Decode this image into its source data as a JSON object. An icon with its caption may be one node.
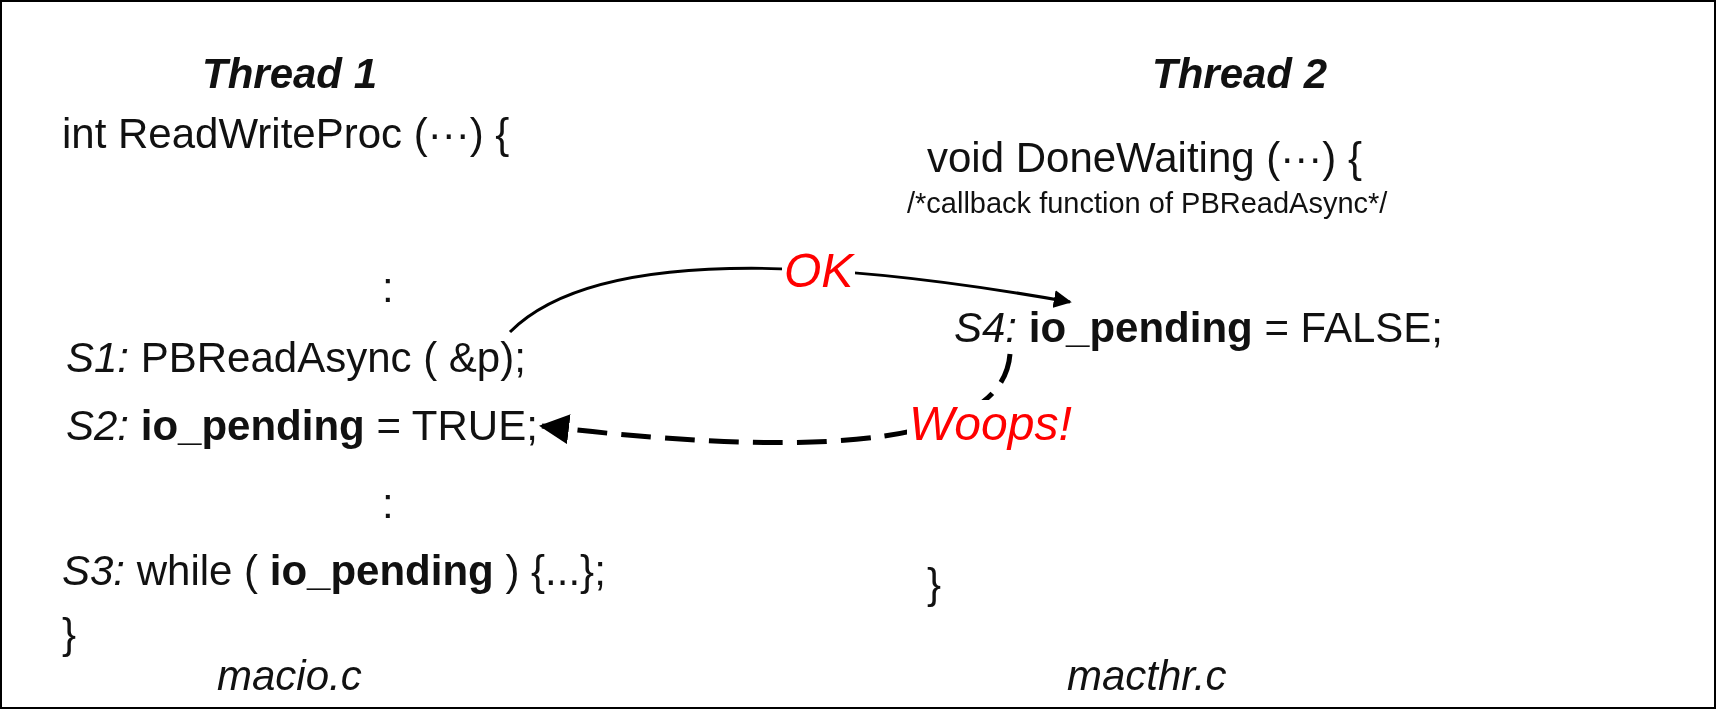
{
  "diagram": {
    "nodes": [
      {
        "text": [
          "*S1:* PBReadAsync ( &p);"
        ]
      },
      {
        "text": [
          "*S4:* **io_pending** = FALSE;"
        ]
      },
      {
        "text": [
          "*S2:* **io_pending** = TRUE;"
        ]
      }
    ],
    "edges": [
      {
        "from": 0,
        "to": 1,
        "arrow": "to",
        "label": "OK"
      },
      {
        "from": 1,
        "to": 2,
        "arrow": "to",
        "label": "Woops!",
        "style": "dashed"
      }
    ],
    "labels": [
      "Thread 1",
      "Thread 2",
      "int ReadWriteProc (···) {",
      "void DoneWaiting (···) {",
      "/*callback function of PBReadAsync*/",
      ":",
      ":",
      "*S3:* while ( **io_pending** ) {...};",
      "}",
      "}",
      "macio.c",
      "macthr.c"
    ]
  }
}
